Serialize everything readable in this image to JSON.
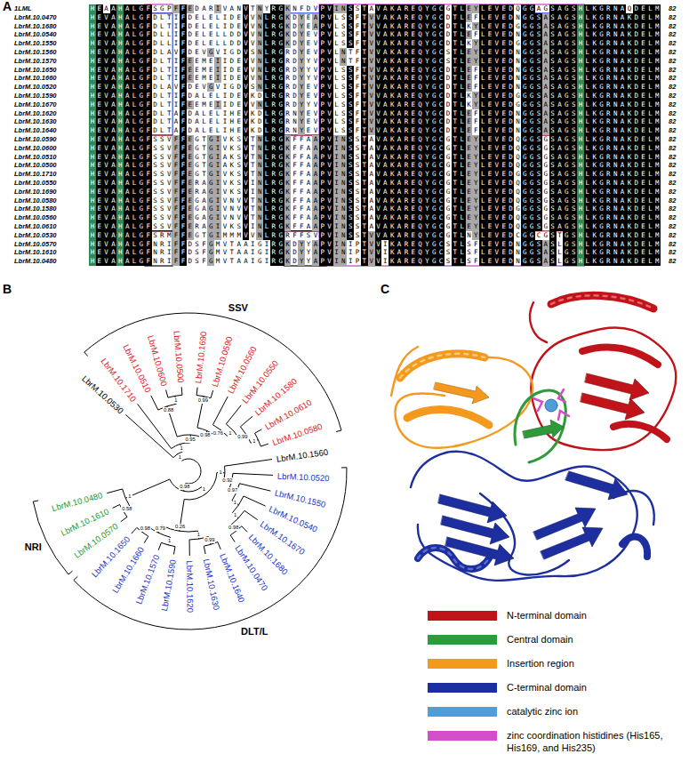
{
  "diagram": {
    "labels": [
      "A",
      "B",
      "C",
      "1LML",
      "LbrM.10.0470",
      "LbrM.10.1680",
      "LbrM.10.0540",
      "LbrM.10.1550",
      "LbrM.10.1560",
      "LbrM.10.1570",
      "LbrM.10.1650",
      "LbrM.10.1660",
      "LbrM.10.0520",
      "LbrM.10.1590",
      "LbrM.10.1670",
      "LbrM.10.1620",
      "LbrM.10.1630",
      "LbrM.10.1640",
      "LbrM.10.0590",
      "LbrM.10.0600",
      "LbrM.10.0510",
      "LbrM.10.0500",
      "LbrM.10.1710",
      "LbrM.10.0550",
      "LbrM.10.1690",
      "LbrM.10.0580",
      "LbrM.10.1580",
      "LbrM.10.0560",
      "LbrM.10.0610",
      "LbrM.10.0530",
      "LbrM.10.0570",
      "LbrM.10.1610",
      "LbrM.10.0480",
      "HEAAHALGFSGPFFEDARIVANVTNYRGKNFDVPVINSSTAVAKAREQYGCGTLEYLEVEDQGGAGSAGSHLKGRNAQDELM",
      "HEVAHALGFDLTIFDELELIDEVVNLRGKDYEAPVLSSFTVVAKAREQYGCDTLEFLEVEDNGGSASAGSHLKGRNAKDELM",
      "HEVAHALGFDLTIFDELELIDEVVNLRGKDYEAPVLSSFTVVAKAREQYGCDTLKYLEVEDGGGSASAGSHLKGRNAKDELM",
      "HEVAHALGFDLLIFDELELLDDVVNLRGKDYEVPVLSSFTVVAKAREQYGCDTLEFLEVEDNGGSASAGSHLKGRNAKDELM",
      "HEVAHALGFDLLIFDELELLDDVVNLRGKDYEVPVLSSFTVVAKAREQYGCDTLKYLEVEDGGGSASAGSHLKGRNAKDELM",
      "HEVAHALGFDLAVFDEVGVIGDVSNLRGRDYEVPVLNTFTVVAKAREQYGCSTLEYLEVEDNGGSASAGSHLKGRNAKDELM",
      "HEVAHALGFDLTIFEEMEIIDEVVNLRGRDYYVPVLNTFTVVAKAREQYGCSTLEYLEVEDNGGSASAGSHLKGRNAKDELM",
      "HEVAHALGFDLTIFEEMEIIDEVVNLRGRDYYVPVLSSFTVVAKAREQYGCDTLEFLEVEDNGGSASAGSHLKGRNAKDELM",
      "HEVAHALGFDLTIFEEMEIIDEVVNLRGRDYYVPVLSSFTVVAKAREQYGCDTLEFLEVEDNGGSASAGSHLKGRNAKDELM",
      "HEVAHALGFDLAVFDEVGVIGDVSNLRGRDYEVPVLSSFTVVAKAREQYGCDTLEFLEVEDNGGSASAGSHLKGRNAKDELM",
      "HEVAHALGFDLTIFDALELIDEVKDLRGRDYEVPVLSSFTVVAKAREQYGCDTLKYLEVEDGGGSASAGSHLKGRNAKDELM",
      "HEVAHALGFDLTIFEEMEIIDEVVNLRGRDYYVPVLSSFTVVAKAREQYGCDTLKYLEVEDGGGSASAGSHLKGRNAKDELM",
      "HEVAHALGFDLTAFDALELIHEVKDLRGRNYEVPVLSSFTVVAKAREQYGCDTLEFLEVEDNGGSASAGSHLKGRNAKDELM",
      "HEVAHALGFDLTAFDALELIHEVKDLRGRNYEVPVLSSFTVVAKAREQYGCDTLEFLEVEDNGGSASAGSHLKGRNAKDELM",
      "HEVAHALGFDLTAFDALELIHEVKDLRGRNYEVPVLSSFTVVAKAREQYGCDTLEFLEVEDNGGSASAGSHLKGRNAKDELM",
      "HEVAHALGFSSVFFEGTGIVKSVTNLRGKFFAAPVINSSTAVAKAREQYGCGTLEYLEVEDQGGSGSAGSHLKGRNAKDELM",
      "HEVAHALGFSSVFFEGTGIVKSVTNLRGKFFAAPVINSSTAVAKAREQYGCGTLEYLEVEDQGGSGSAGSHLKGRNAKDELM",
      "HEVAHALGFSSVFFEGTGIAKSVTNLRGKFFAAPVINSSTAVAKAREQYGCGTLEYLEVEDQGGSGSAGSHLKGRNAKDELM",
      "HEVAHALGFSSVFFEGTGIAKSVTNLRGKFFAAPVINSSTAVAKAREQYGCGTLEYLEVEDQGGSGSAGSHLKGRNAKDELM",
      "HEVAHALGFSSVFFEGTGIVKSVTNLRGKFFAAPVINSSTAVAKAREQYGCGTLEYLEVEDGGGSGSAGSHLKGRNAKDELM",
      "HEVAHALGFSSVFFERAGIVKSVINLRGKFFAAPVINSSTAVAKAREQYGCGTLEYLEVEDQGGSGSAGSHLKGRNAKDELM",
      "HEVAHALGFSSVFFERAGIVKSVINLRGKFFAAPVINSSTAVAKAREQYGCGTLEYLEVEDQGGSGSAGSHLKGRNAKDELM",
      "HEVAHALGFSSVFFEGAGIVNVVTNLRGKFFAAPVINSSTAVAKAREQYGCGTLEYLEVEDQGGSGSAGSHLKGRNAKDELM",
      "HEVAHALGFSSVFFEGAGIVNVVTNLRGKFFAAPVINSSTAVAKAREQYGCGTLEYLEVEDGGGSGSAGSHLKGRNAKDELM",
      "HEVAHALGFSSVFFEGAGIVNVVTNLRGKFFAAPVINSSTAVAKAREQYGCGTLEYLEVEDQGGSGSAGSHLKGRNAKDELM",
      "HEVAHALGFSSVFFERAGIVKSVINLRGKFFAAPVINSSTAVAKAREQYGCGTLEYLEVEDQGGSGSAGSHLKGRNAKDELM",
      "HEVAHALGFSRMFFEGTGIMMMVVNLRGRFFSVPVINSSTVVAKAREQYGCGTLNYLEVEDCGGCGSTGSHLKGRNAKDELM",
      "HEVAHALGFNRIFFDSFGMVTAAIGIRGKDYYAPVINIPTVVIKAREQYGCSTLSFLEVEDNGGSASLGSHLKGRNAKDELM",
      "HEVAHALGFNRIFFDSFGMVTAAIGIRGKDYYAPVINIPTVVIKAREQYGCSTLSFLEVEDNGGSASLGSHLKGRNAKDELM",
      "HEVAHALGFNRIFFDSFGMVTAAIGIRGKDYYAPVINIPTVVIKAREQYGCSTLSFLEVEDNGGSASLGSHLKGRNAKDELM",
      "82",
      "82",
      "82",
      "82",
      "82",
      "82",
      "82",
      "82",
      "82",
      "82",
      "82",
      "82",
      "82",
      "82",
      "82",
      "82",
      "82",
      "82",
      "82",
      "82",
      "82",
      "82",
      "82",
      "82",
      "82",
      "82",
      "82",
      "82",
      "82",
      "82",
      "SSV",
      "NRI",
      "DLT/L",
      "LbrM.10.0530",
      "LbrM.10.1710",
      "LbrM.10.0510",
      "LbrM.10.0600",
      "LbrM.10.0500",
      "LbrM.10.1690",
      "LbrM.10.0590",
      "LbrM.10.0560",
      "LbrM.10.0550",
      "LbrM.10.1580",
      "LbrM.10.0610",
      "LbrM.10.0580",
      "LbrM.10.1560",
      "LbrM.10.0520",
      "LbrM.10.1550",
      "LbrM.10.0540",
      "LbrM.10.1670",
      "LbrM.10.1680",
      "LbrM.10.0470",
      "LbrM.10.1640",
      "LbrM.10.1630",
      "LbrM.10.1620",
      "LbrM.10.1590",
      "LbrM.10.1570",
      "LbrM.10.1660",
      "LbrM.10.1650",
      "LbrM.10.0570",
      "LbrM.10.1610",
      "LbrM.10.0480",
      "1",
      "1",
      "0.95",
      "0.88",
      "1",
      "0.98",
      "0.99",
      "0.76",
      "1",
      "0.99",
      "1",
      "0.98",
      "1",
      "1",
      "0.92",
      "0.97",
      "1",
      "1",
      "0.98",
      "0.26",
      "1",
      "0.99",
      "0.79",
      "1",
      "0.98",
      "1",
      "0.58"
    ],
    "legend": [
      {
        "text": "N-terminal domain",
        "color": "#c0141a"
      },
      {
        "text": "Central domain",
        "color": "#2e9a3a"
      },
      {
        "text": "Insertion region",
        "color": "#f39a1e"
      },
      {
        "text": "C-terminal domain",
        "color": "#1d2f9e"
      },
      {
        "text": "catalytic zinc ion",
        "color": "#4e9ed8"
      },
      {
        "text": "zinc coordination histidines (His165, His169, and His235)",
        "color": "#d24fc8"
      }
    ]
  }
}
